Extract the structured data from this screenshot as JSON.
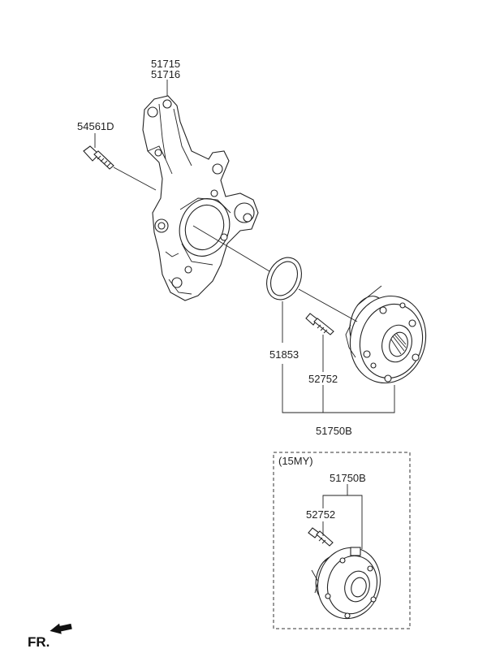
{
  "callouts": {
    "knuckle_a": "51715",
    "knuckle_b": "51716",
    "bolt": "54561D",
    "snap_ring": "51853",
    "hub_bolt": "52752",
    "hub_assy": "51750B",
    "inset_note": "(15MY)",
    "inset_hub_assy": "51750B",
    "inset_hub_bolt": "52752"
  },
  "direction": {
    "label": "FR.",
    "icon": "arrow-forward-icon"
  }
}
